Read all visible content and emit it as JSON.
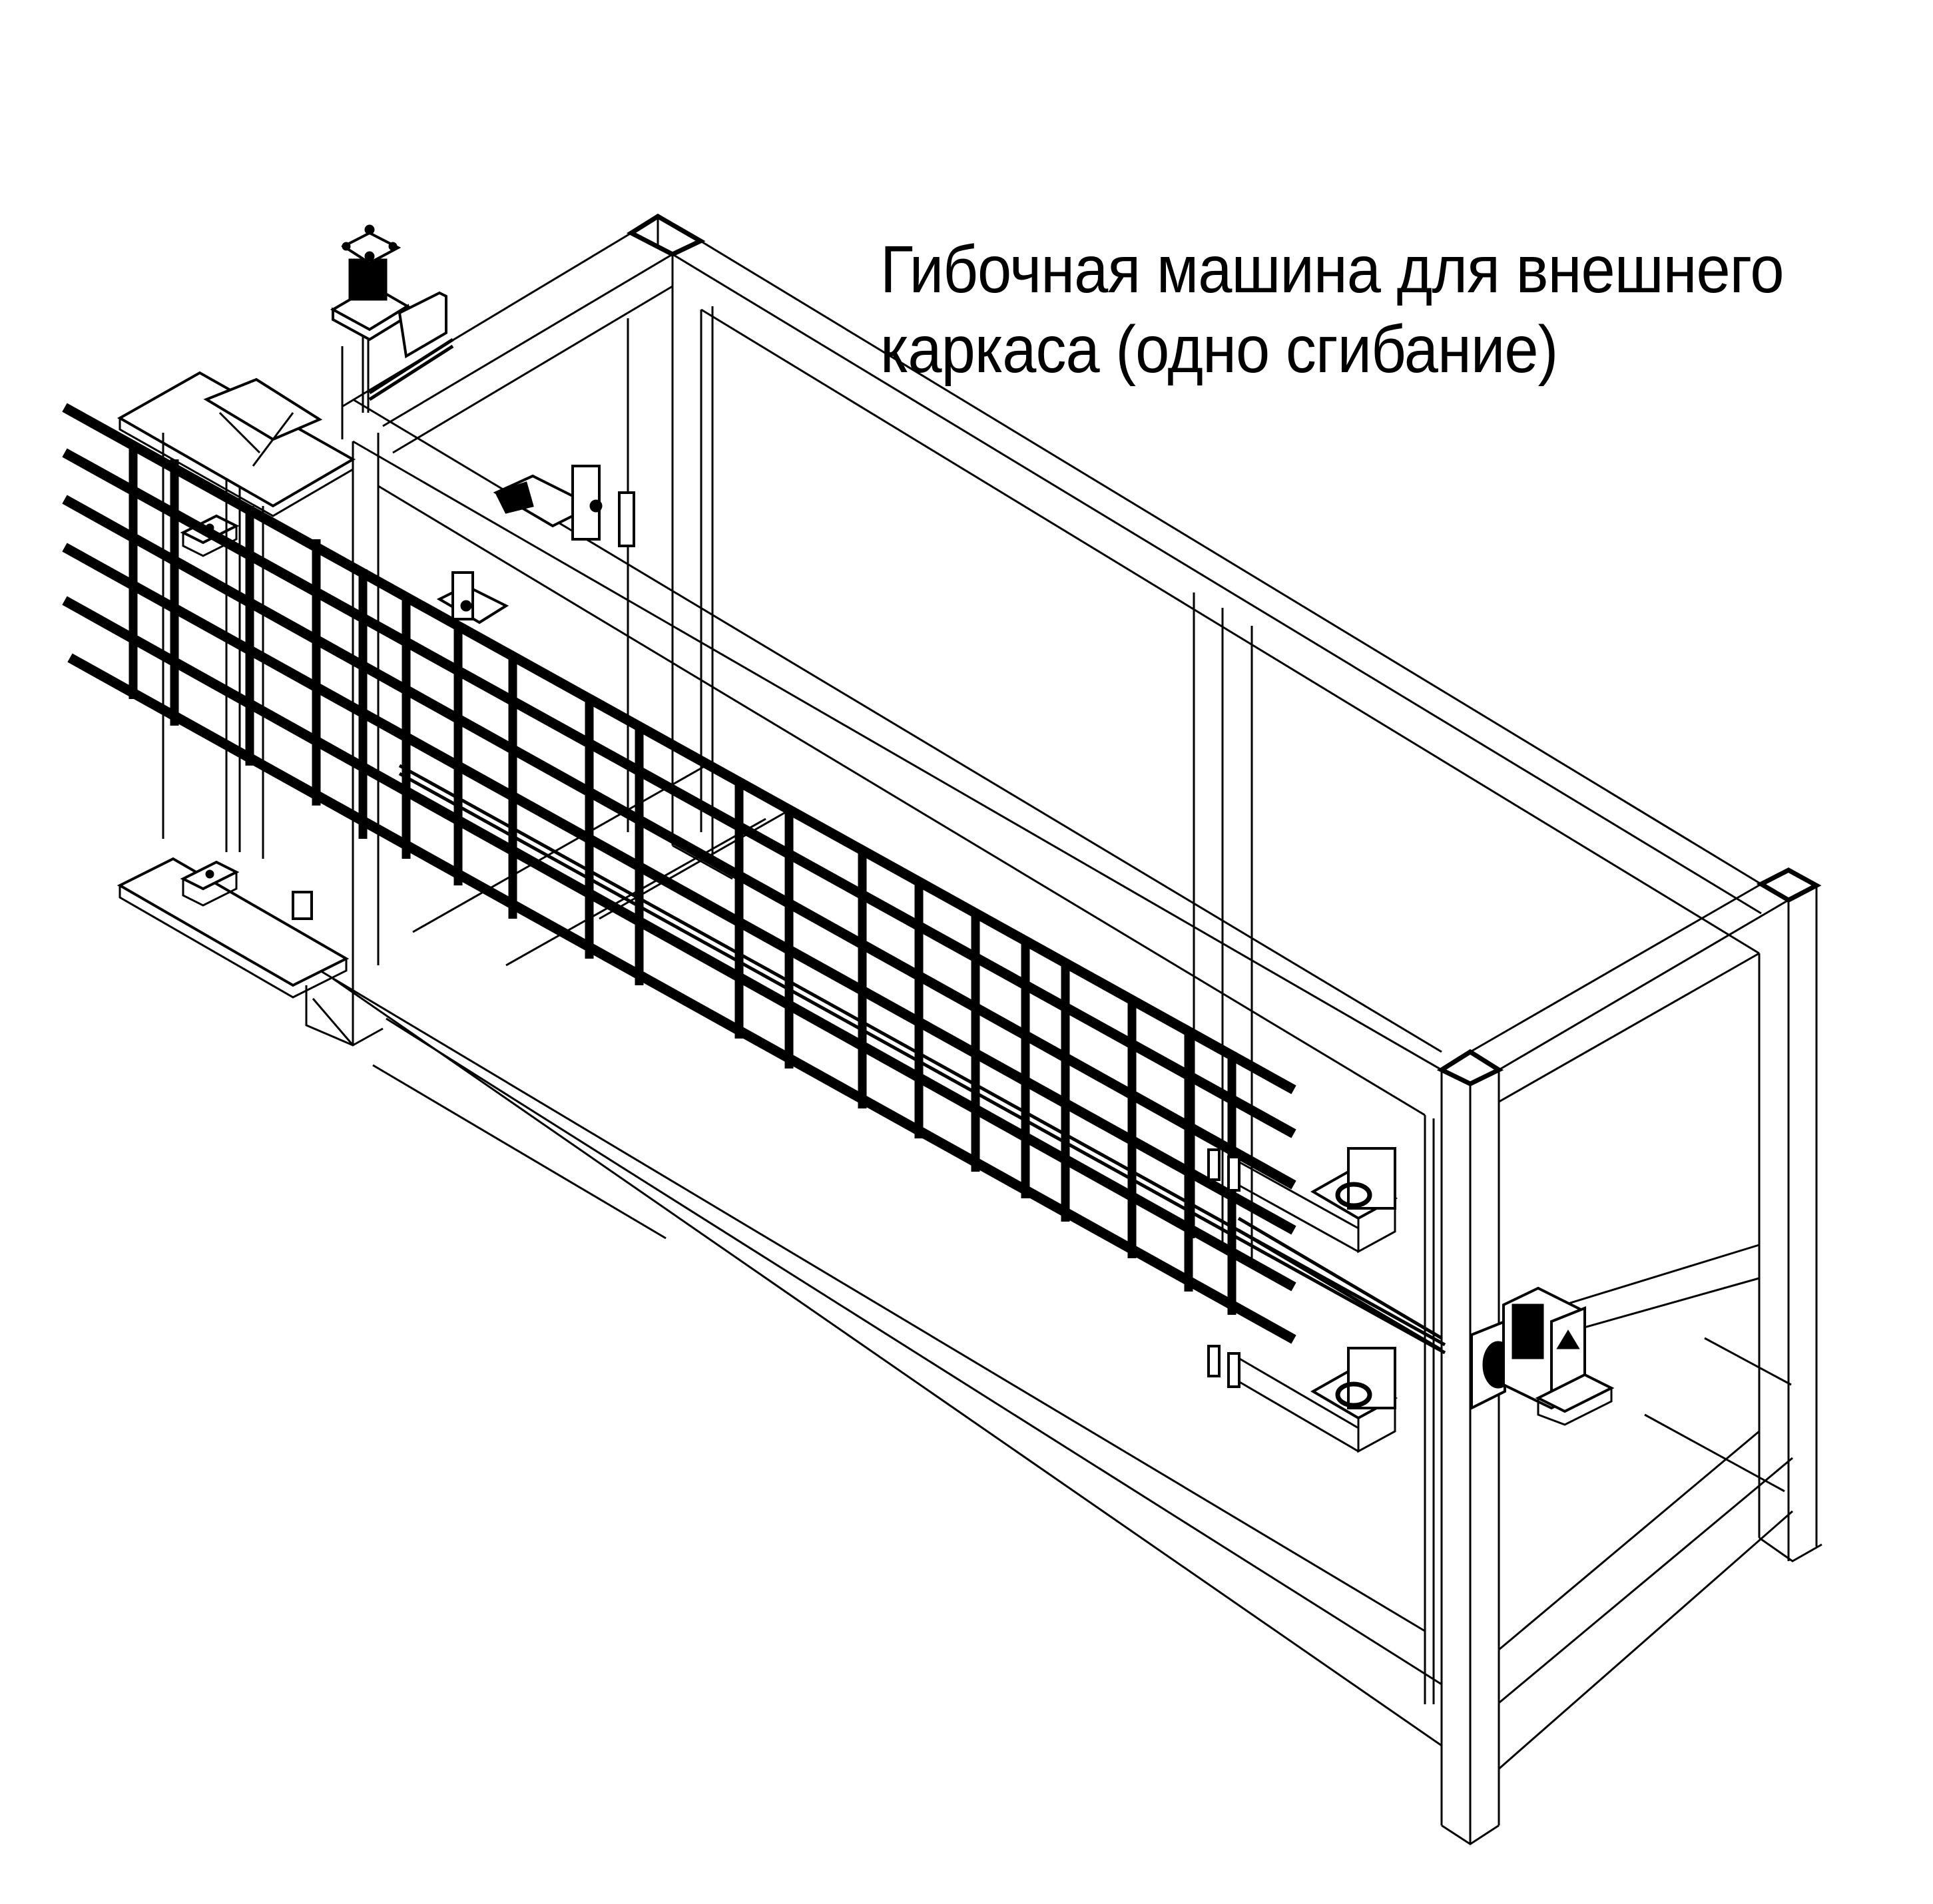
{
  "title": {
    "line1": "Гибочная машина для внешнего",
    "line2": "каркаса (одно сгибание)"
  },
  "drawing": {
    "type": "isometric line drawing",
    "subject": "bending machine frame with welded wire mesh",
    "colors": {
      "line": "#000000",
      "background": "#ffffff"
    }
  }
}
